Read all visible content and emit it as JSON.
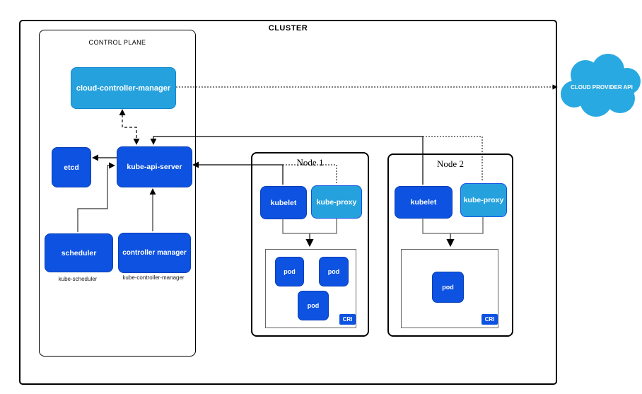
{
  "diagram": {
    "cluster_label": "CLUSTER",
    "control_plane": {
      "label": "CONTROL PLANE",
      "cloud_controller_manager": "cloud-controller-manager",
      "etcd": "etcd",
      "kube_api_server": "kube-api-server",
      "scheduler": "scheduler",
      "controller_manager": "controller manager",
      "scheduler_caption": "kube-scheduler",
      "controller_manager_caption": "kube-controller-manager"
    },
    "nodes": [
      {
        "label": "Node 1",
        "kubelet": "kubelet",
        "kube_proxy": "kube-proxy",
        "pods": [
          "pod",
          "pod",
          "pod"
        ],
        "cri": "CRI"
      },
      {
        "label": "Node 2",
        "kubelet": "kubelet",
        "kube_proxy": "kube-proxy",
        "pods": [
          "pod"
        ],
        "cri": "CRI"
      }
    ],
    "cloud": {
      "label": "CLOUD PROVIDER API"
    },
    "colors": {
      "primary_blue": "#0d52e0",
      "light_blue": "#25a2de",
      "cloud_blue": "#29a9e1",
      "line_black": "#000000",
      "line_gray": "#666666"
    }
  }
}
